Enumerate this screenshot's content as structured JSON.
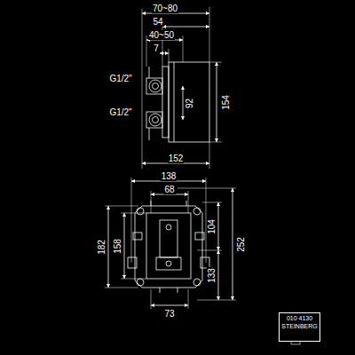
{
  "diagram": {
    "nodes": [
      {
        "text": [
          "010 4130",
          "STEINBERG"
        ]
      }
    ],
    "labels": [
      "70~80",
      "54",
      "40~50",
      "7",
      "G1/2\"",
      "G1/2\"",
      "92",
      "154",
      "152",
      "138",
      "68",
      "182",
      "158",
      "104",
      "252",
      "133",
      "73"
    ]
  }
}
